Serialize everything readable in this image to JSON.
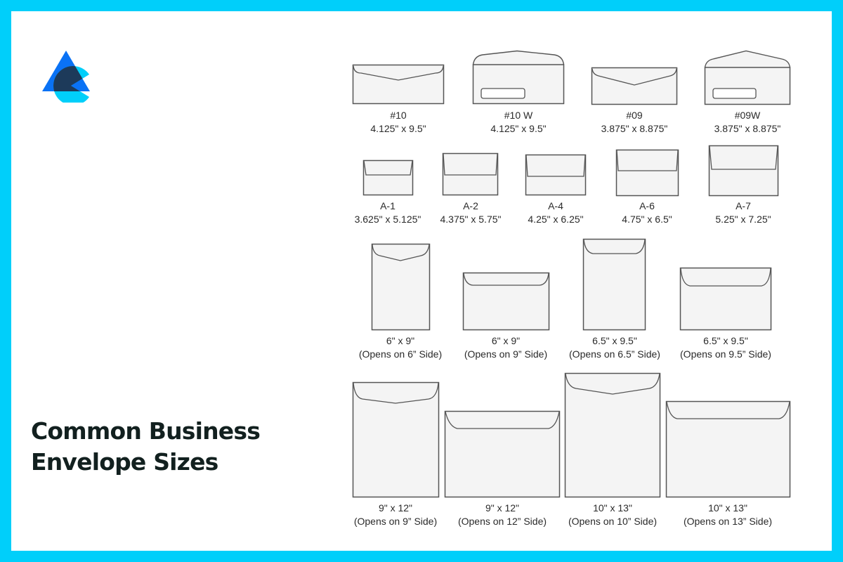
{
  "title": {
    "line1": "Common Business",
    "line2": "Envelope Sizes"
  },
  "logo": {
    "name": "brand-logo",
    "colors": {
      "triangle": "#0a72f5",
      "circle": "#00cffa",
      "overlap": "#1d3a5a"
    }
  },
  "colors": {
    "border": "#00cffa",
    "background": "#ffffff",
    "title": "#12201f",
    "envelope_stroke": "#555555",
    "envelope_fill": "#f4f4f4"
  },
  "envelopes": [
    {
      "name": "#10",
      "size": "4.125\" x 9.5\"",
      "style": "business-v"
    },
    {
      "name": "#10 W",
      "size": "4.125\" x 9.5\"",
      "style": "window"
    },
    {
      "name": "#09",
      "size": "3.875\" x 8.875\"",
      "style": "business-v"
    },
    {
      "name": "#09W",
      "size": "3.875\" x 8.875\"",
      "style": "window"
    },
    {
      "name": "A-1",
      "size": "3.625\" x 5.125\"",
      "style": "square-flap"
    },
    {
      "name": "A-2",
      "size": "4.375\" x 5.75\"",
      "style": "square-flap"
    },
    {
      "name": "A-4",
      "size": "4.25\" x 6.25\"",
      "style": "square-flap"
    },
    {
      "name": "A-6",
      "size": "4.75\" x 6.5\"",
      "style": "square-flap"
    },
    {
      "name": "A-7",
      "size": "5.25\" x 7.25\"",
      "style": "square-flap"
    },
    {
      "name": "6\" x 9\"",
      "size": "(Opens on 6” Side)",
      "style": "catalog"
    },
    {
      "name": "6\" x 9\"",
      "size": "(Opens on 9” Side)",
      "style": "booklet"
    },
    {
      "name": "6.5\" x 9.5\"",
      "size": "(Opens on 6.5” Side)",
      "style": "catalog-flat"
    },
    {
      "name": "6.5\" x 9.5\"",
      "size": "(Opens on 9.5” Side)",
      "style": "booklet"
    },
    {
      "name": "9\" x 12\"",
      "size": "(Opens on 9” Side)",
      "style": "catalog"
    },
    {
      "name": "9\" x 12\"",
      "size": "(Opens on 12” Side)",
      "style": "booklet"
    },
    {
      "name": "10\" x 13\"",
      "size": "(Opens on 10” Side)",
      "style": "catalog"
    },
    {
      "name": "10\" x 13\"",
      "size": "(Opens on 13” Side)",
      "style": "booklet"
    }
  ]
}
